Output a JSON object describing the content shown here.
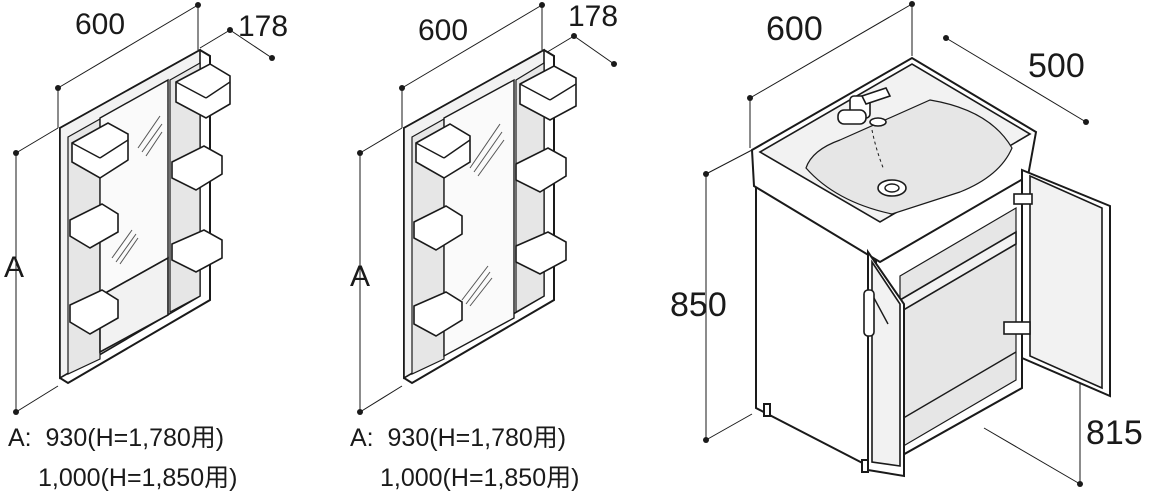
{
  "cabinet_left": {
    "width": "600",
    "depth": "178",
    "height_label": "A",
    "note_row1_prefix": "A:",
    "note_row1": "930(H=1,780用)",
    "note_row2": "1,000(H=1,850用)"
  },
  "cabinet_middle": {
    "width": "600",
    "depth": "178",
    "height_label": "A",
    "note_row1_prefix": "A:",
    "note_row1": "930(H=1,780用)",
    "note_row2": "1,000(H=1,850用)"
  },
  "vanity": {
    "width": "600",
    "depth": "500",
    "height": "850",
    "counter_height": "815"
  }
}
